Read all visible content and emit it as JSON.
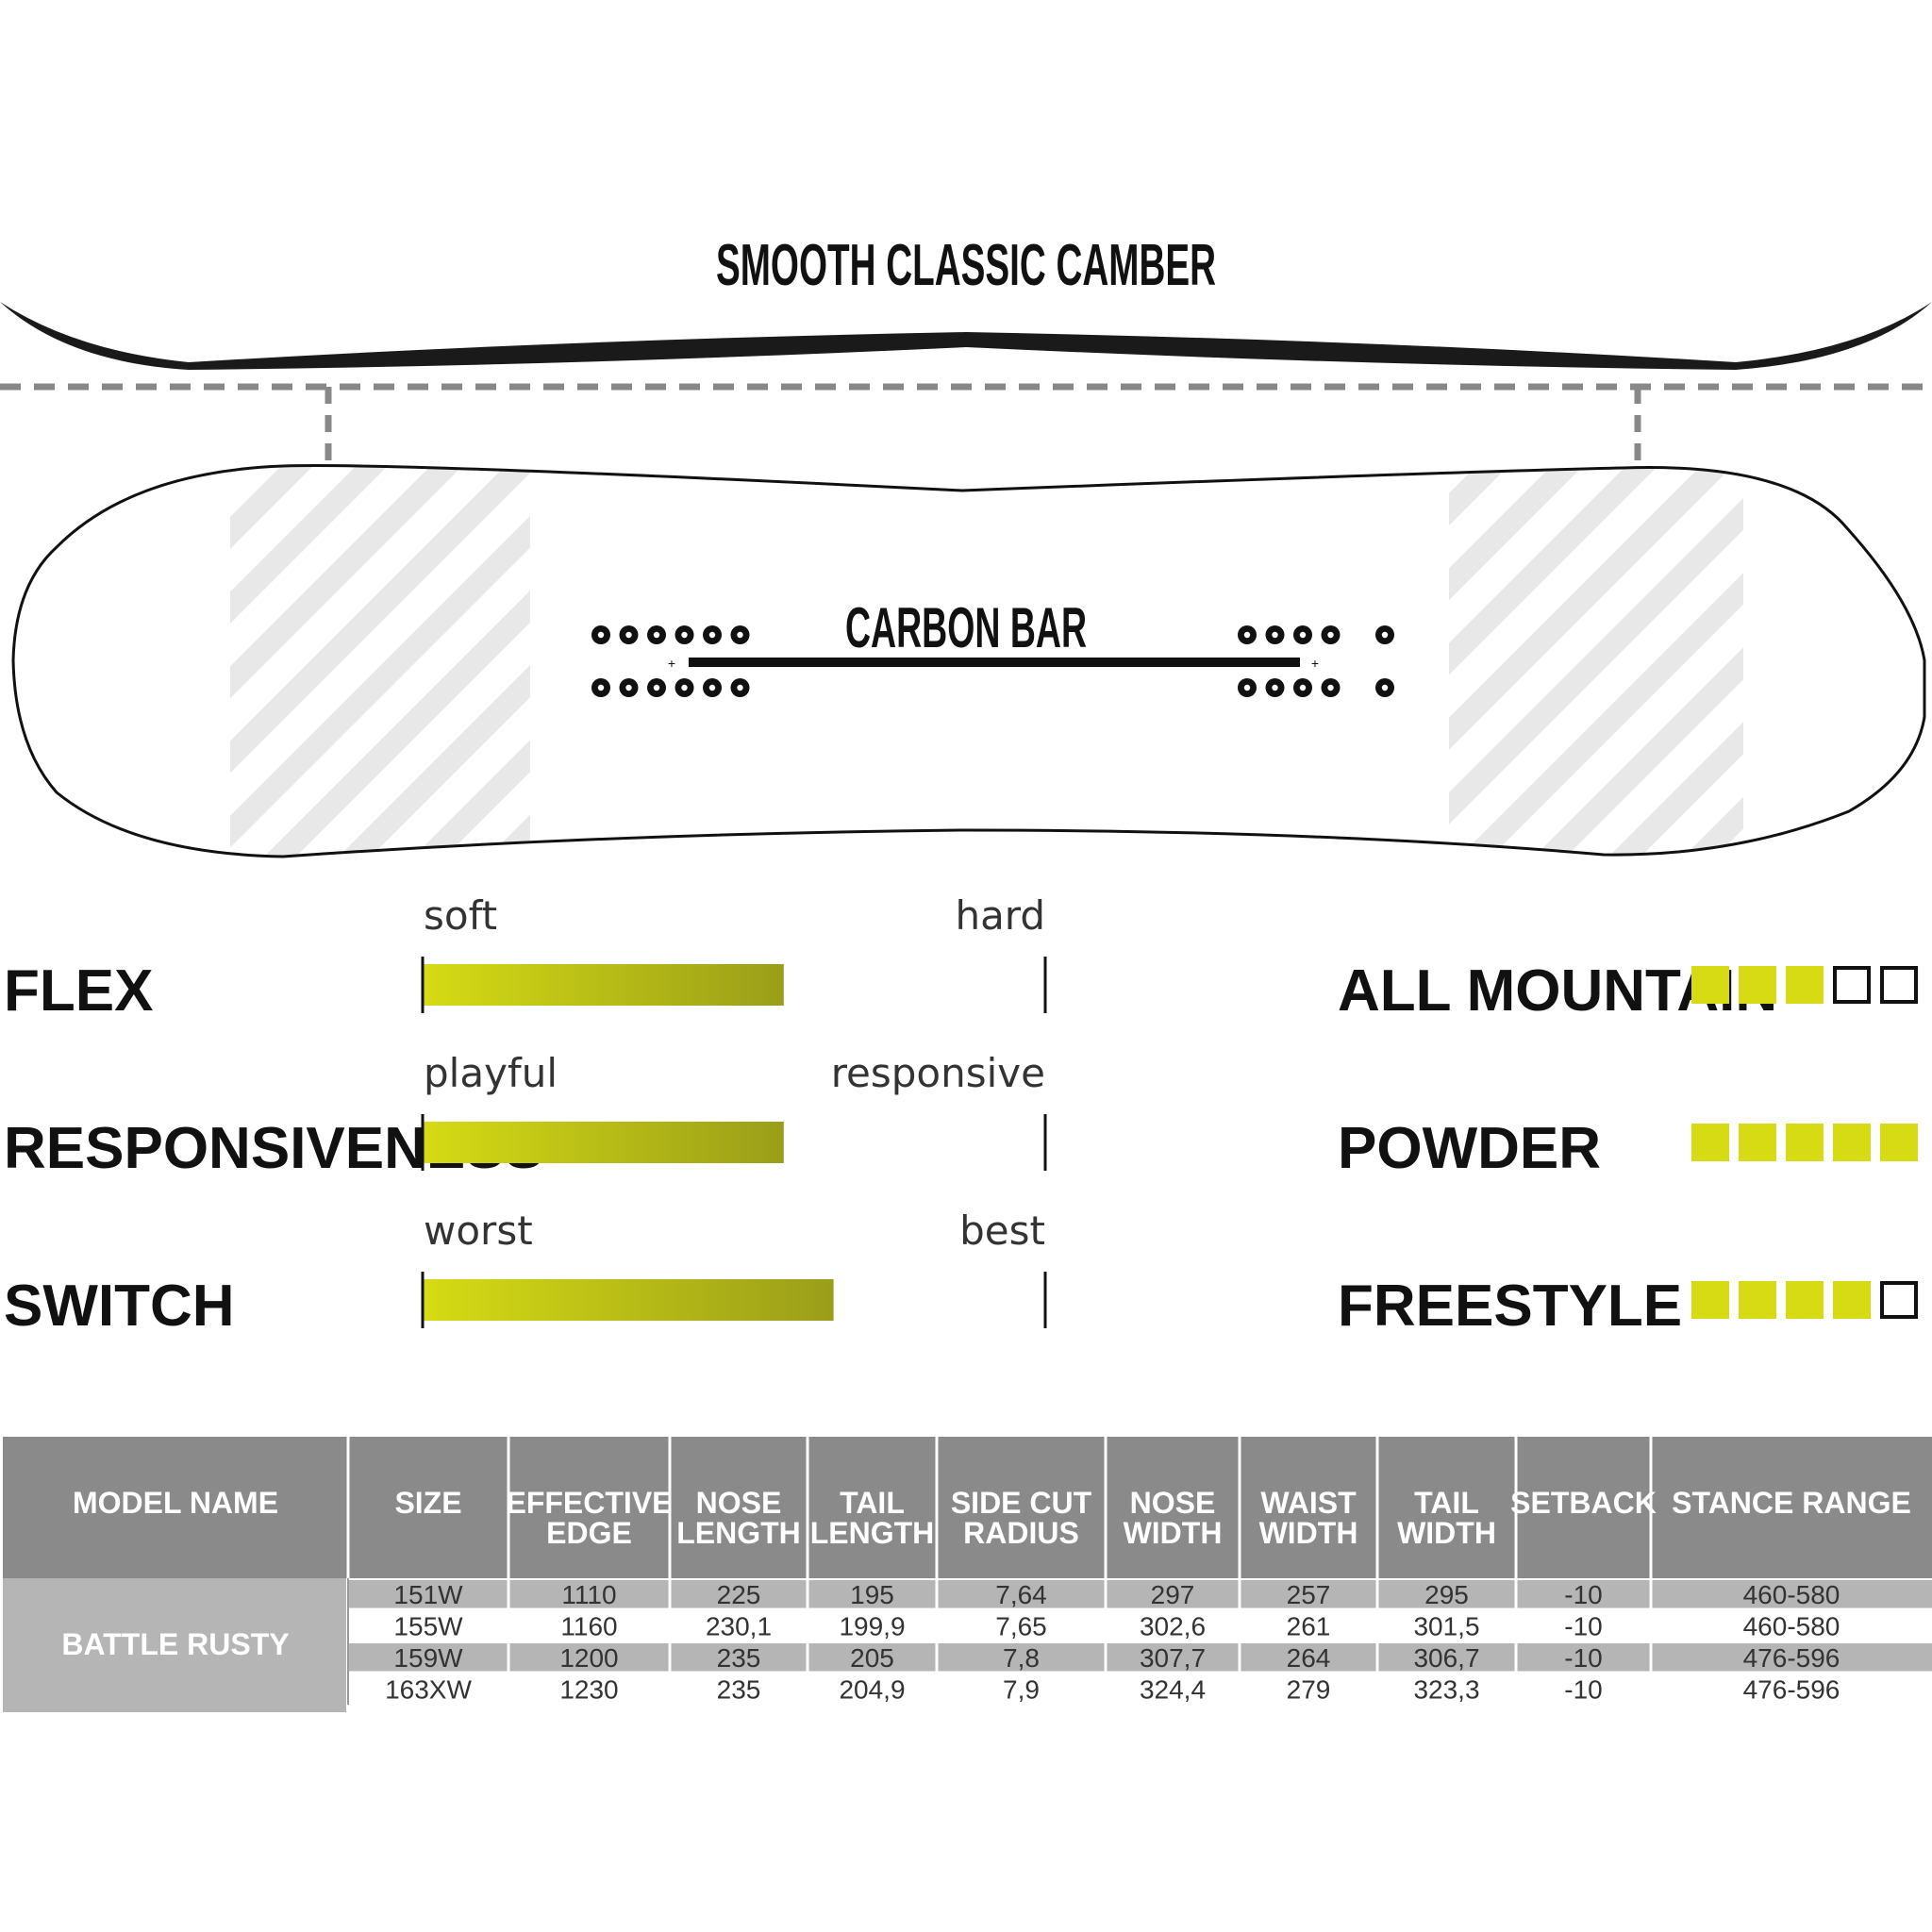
{
  "profile": {
    "title": "SMOOTH CLASSIC CAMBER",
    "carbon_label": "CARBON BAR"
  },
  "ratings": [
    {
      "name": "FLEX",
      "left_label": "soft",
      "right_label": "hard",
      "value": 0.58
    },
    {
      "name": "RESPONSIVENESS",
      "left_label": "playful",
      "right_label": "responsive",
      "value": 0.58
    },
    {
      "name": "SWITCH",
      "left_label": "worst",
      "right_label": "best",
      "value": 0.66
    }
  ],
  "terrain": [
    {
      "name": "ALL MOUNTAIN",
      "filled": 3,
      "total": 5
    },
    {
      "name": "POWDER",
      "filled": 5,
      "total": 5
    },
    {
      "name": "FREESTYLE",
      "filled": 4,
      "total": 5
    }
  ],
  "colors": {
    "accent": "#D6DB14",
    "accent_dark": "#9A9E18",
    "header_bg": "#8A8A8A",
    "model_bg": "#B5B5B5",
    "row_alt": "#B5B5B5",
    "ink": "#111111"
  },
  "table": {
    "headers": [
      [
        "MODEL NAME"
      ],
      [
        "SIZE"
      ],
      [
        "EFFECTIVE",
        "EDGE"
      ],
      [
        "NOSE",
        "LENGTH"
      ],
      [
        "TAIL",
        "LENGTH"
      ],
      [
        "SIDE CUT",
        "RADIUS"
      ],
      [
        "NOSE",
        "WIDTH"
      ],
      [
        "WAIST",
        "WIDTH"
      ],
      [
        "TAIL",
        "WIDTH"
      ],
      [
        "SETBACK"
      ],
      [
        "STANCE RANGE"
      ]
    ],
    "model_name": "BATTLE RUSTY",
    "rows": [
      [
        "151W",
        "1110",
        "225",
        "195",
        "7,64",
        "297",
        "257",
        "295",
        "-10",
        "460-580"
      ],
      [
        "155W",
        "1160",
        "230,1",
        "199,9",
        "7,65",
        "302,6",
        "261",
        "301,5",
        "-10",
        "460-580"
      ],
      [
        "159W",
        "1200",
        "235",
        "205",
        "7,8",
        "307,7",
        "264",
        "306,7",
        "-10",
        "476-596"
      ],
      [
        "163XW",
        "1230",
        "235",
        "204,9",
        "7,9",
        "324,4",
        "279",
        "323,3",
        "-10",
        "476-596"
      ]
    ]
  }
}
